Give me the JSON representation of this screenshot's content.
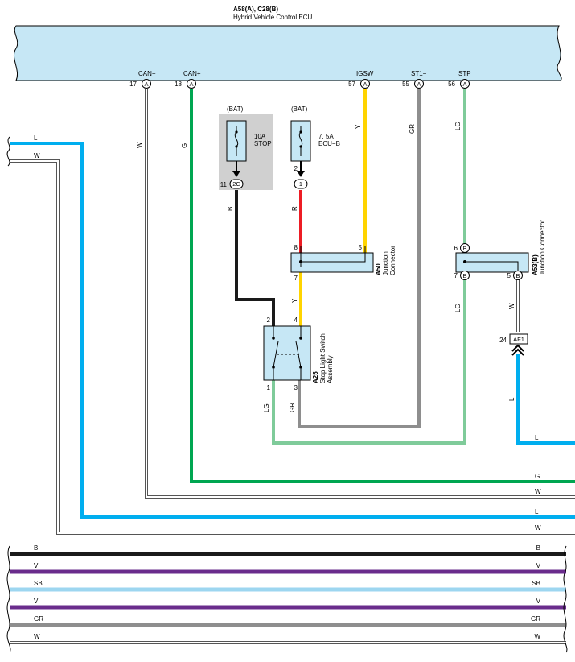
{
  "ecu": {
    "code": "A58(A), C28(B)",
    "name": "Hybrid Vehicle Control ECU",
    "terminals": [
      {
        "signal": "CAN−",
        "pin": "17",
        "conn": "A"
      },
      {
        "signal": "CAN+",
        "pin": "18",
        "conn": "A"
      },
      {
        "signal": "IGSW",
        "pin": "57",
        "conn": "A"
      },
      {
        "signal": "ST1−",
        "pin": "55",
        "conn": "A"
      },
      {
        "signal": "STP",
        "pin": "56",
        "conn": "A"
      }
    ]
  },
  "fuses": [
    {
      "source": "(BAT)",
      "rating": "10A",
      "name": "STOP",
      "out_pin": "11",
      "out_conn": "2C"
    },
    {
      "source": "(BAT)",
      "rating": "7. 5A",
      "name": "ECU−B",
      "pin_top": "2",
      "out_conn": "1"
    }
  ],
  "junction_a50": {
    "code": "A50",
    "name1": "Junction",
    "name2": "Connector",
    "pins": [
      "8",
      "5",
      "7"
    ]
  },
  "junction_a53": {
    "code": "A53(B)",
    "name": "Junction Connector",
    "conn": "B",
    "pins": [
      "6",
      "7",
      "5"
    ]
  },
  "switch_a25": {
    "code": "A25",
    "name1": "Stop Light Switch",
    "name2": "Assembly",
    "pins": [
      "2",
      "4",
      "1",
      "3"
    ]
  },
  "connector_af1": {
    "pin": "24",
    "name": "AF1"
  },
  "wire_labels": {
    "can_minus": "W",
    "can_plus": "G",
    "igsw": "Y",
    "st1": "GR",
    "stp": "LG",
    "stop_fuse_out": "B",
    "ecub_fuse_out": "R",
    "a50_out": "Y",
    "a53_out": "LG",
    "a53_pin5": "W",
    "af1_down": "L",
    "sw_pin1": "LG",
    "sw_pin3": "GR",
    "left_l": "L",
    "left_w": "W"
  },
  "right_edge_labels": [
    "L",
    "G",
    "W",
    "L",
    "W"
  ],
  "bus_lines": [
    {
      "label": "B",
      "color": "#1a1a1a"
    },
    {
      "label": "V",
      "color": "#6a2c8c"
    },
    {
      "label": "SB",
      "color": "#9dd6f0"
    },
    {
      "label": "V",
      "color": "#6a2c8c"
    },
    {
      "label": "GR",
      "color": "#8e8e8e"
    },
    {
      "label": "W",
      "color": "#ffffff"
    }
  ],
  "colors": {
    "ecu_fill": "#c6e7f5",
    "component_fill": "#c6e7f5",
    "fuse_shade": "#d0d0d0",
    "L": "#00aeef",
    "G": "#00a651",
    "Y": "#ffd400",
    "GR": "#8e8e8e",
    "LG": "#7fcb9a",
    "B": "#1a1a1a",
    "R": "#ed1c24",
    "V": "#6a2c8c",
    "SB": "#9dd6f0"
  }
}
